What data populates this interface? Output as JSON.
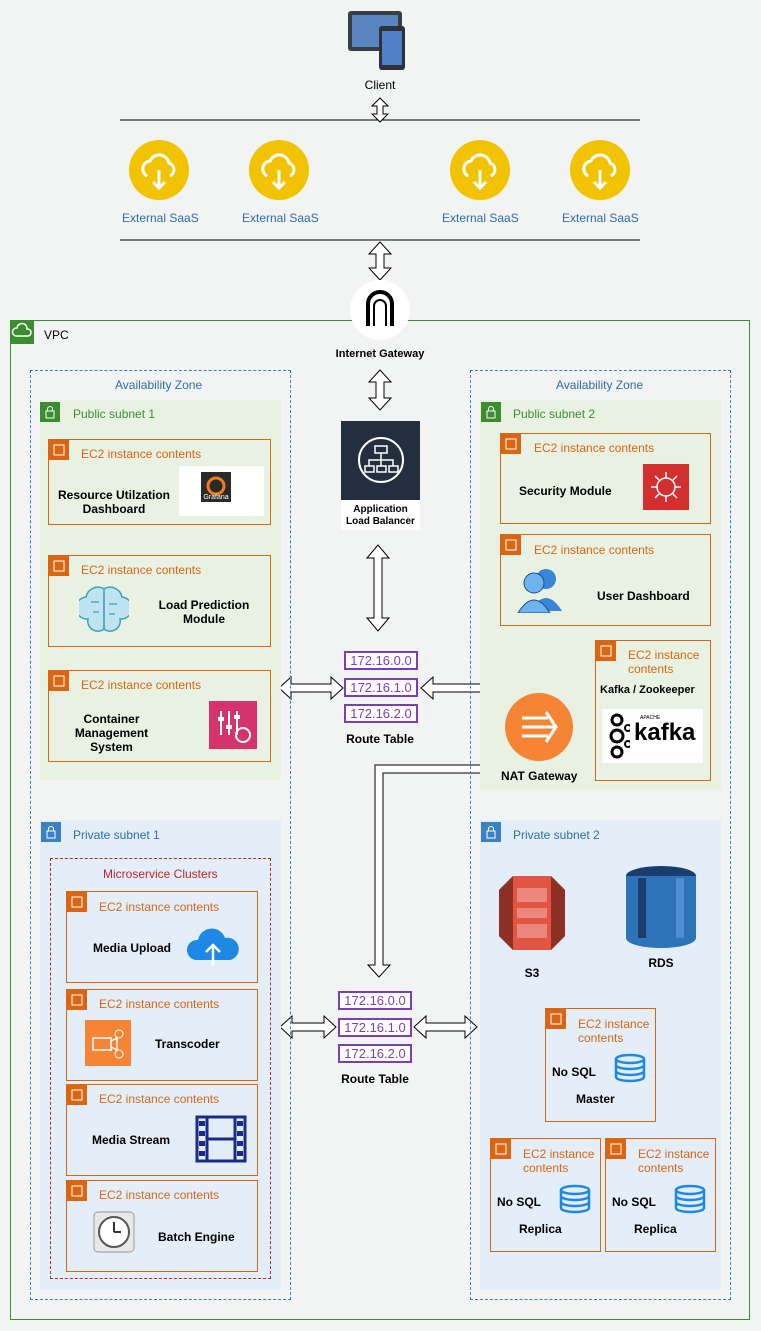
{
  "client": {
    "label": "Client"
  },
  "saas": {
    "labels": [
      "External SaaS",
      "External SaaS",
      "External SaaS",
      "External SaaS"
    ]
  },
  "internet_gateway": {
    "label": "Internet Gateway"
  },
  "vpc": {
    "label": "VPC"
  },
  "alb": {
    "label": "Application Load Balancer"
  },
  "az_left": {
    "label": "Availability Zone"
  },
  "az_right": {
    "label": "Availability Zone"
  },
  "public_subnet_1": {
    "label": "Public subnet 1"
  },
  "public_subnet_2": {
    "label": "Public subnet 2"
  },
  "private_subnet_1": {
    "label": "Private subnet 1"
  },
  "private_subnet_2": {
    "label": "Private subnet 2"
  },
  "ec2_title": "EC2 instance contents",
  "ec2_title_wrapped": "EC2 instance contents",
  "resource_dashboard": {
    "label": "Resource Utilzation Dashboard",
    "logo_text": "Grafana"
  },
  "load_prediction": {
    "label": "Load Prediction Module"
  },
  "container_mgmt": {
    "label": "Container Management System"
  },
  "security_module": {
    "label": "Security Module"
  },
  "user_dashboard": {
    "label": "User Dashboard"
  },
  "kafka": {
    "label": "Kafka / Zookeeper",
    "logo_text": "kafka",
    "logo_small": "APACHE"
  },
  "nat_gateway": {
    "label": "NAT Gateway"
  },
  "route_table_top": {
    "entries": [
      "172.16.0.0",
      "172.16.1.0",
      "172.16.2.0"
    ],
    "label": "Route Table"
  },
  "route_table_bottom": {
    "entries": [
      "172.16.0.0",
      "172.16.1.0",
      "172.16.2.0"
    ],
    "label": "Route Table"
  },
  "microservices": {
    "label": "Microservice Clusters"
  },
  "media_upload": {
    "label": "Media Upload"
  },
  "transcoder": {
    "label": "Transcoder"
  },
  "media_stream": {
    "label": "Media Stream"
  },
  "batch_engine": {
    "label": "Batch Engine"
  },
  "s3": {
    "label": "S3"
  },
  "rds": {
    "label": "RDS"
  },
  "nosql_master": {
    "db": "No SQL",
    "role": "Master"
  },
  "nosql_replica_1": {
    "db": "No SQL",
    "role": "Replica"
  },
  "nosql_replica_2": {
    "db": "No SQL",
    "role": "Replica"
  },
  "colors": {
    "ec2": "#d86613",
    "vpc": "#3b8e2f",
    "az": "#3b82c4",
    "route": "#7b3fb5",
    "saas": "#f2c300"
  }
}
